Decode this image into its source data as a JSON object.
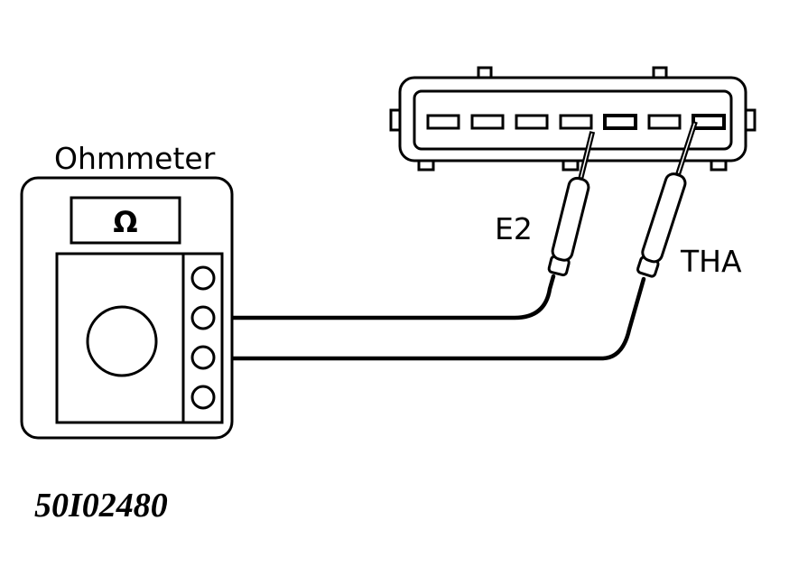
{
  "labels": {
    "meter_title": "Ohmmeter",
    "meter_symbol": "Ω",
    "probe_left": "E2",
    "probe_right": "THA",
    "figure_code": "50I02480"
  },
  "connector": {
    "terminal_count": 7,
    "probed_terminals": [
      5,
      7
    ]
  },
  "meter": {
    "jack_count": 4,
    "connected_jacks": [
      2,
      3
    ]
  },
  "colors": {
    "ink": "#000000",
    "background": "#ffffff"
  }
}
